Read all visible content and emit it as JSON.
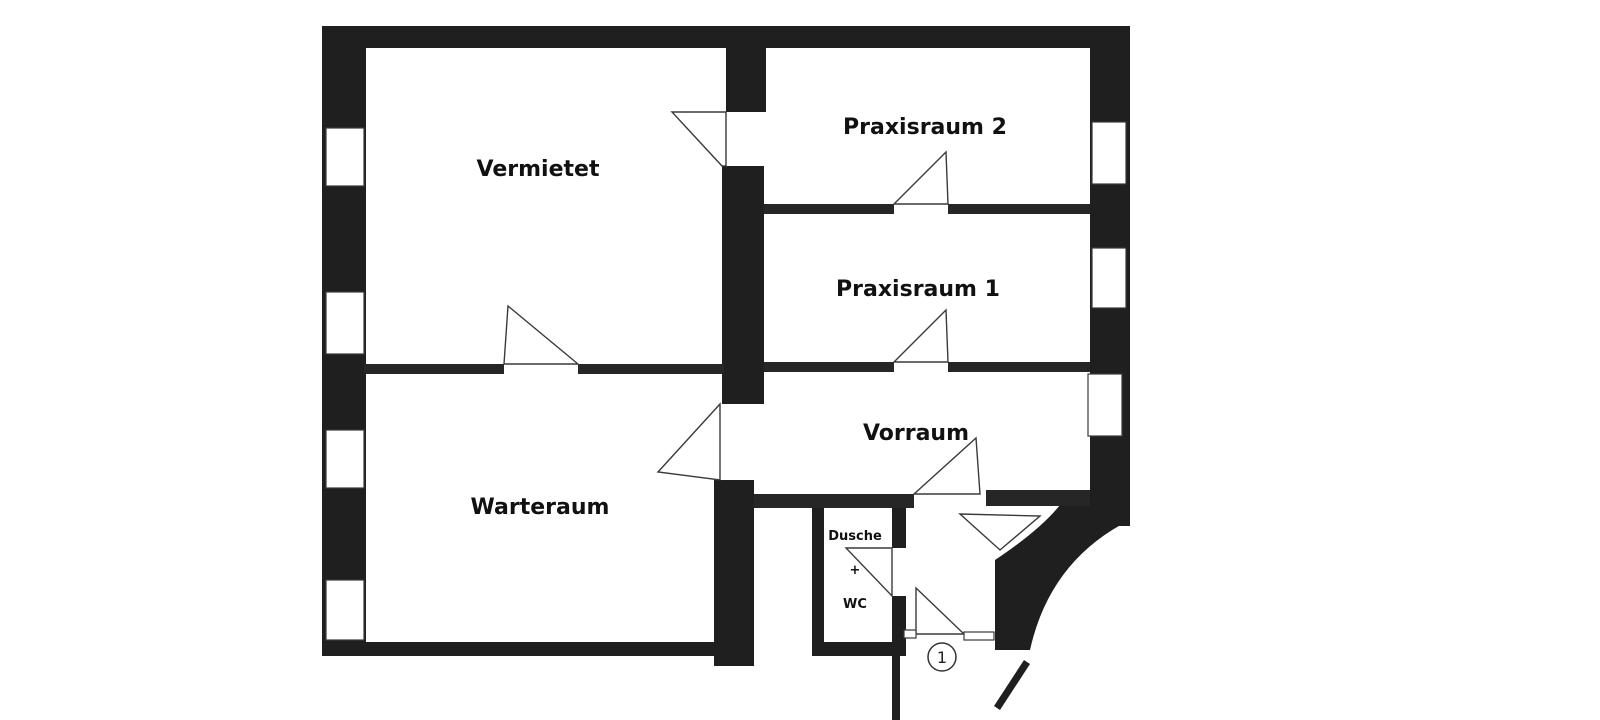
{
  "floorplan": {
    "rooms": {
      "vermietet": "Vermietet",
      "praxisraum_2": "Praxisraum 2",
      "praxisraum_1": "Praxisraum 1",
      "vorraum": "Vorraum",
      "warteraum": "Warteraum",
      "dusche_line1": "Dusche",
      "dusche_line2": "+",
      "dusche_line3": "WC"
    },
    "marker": "1",
    "colors": {
      "wall": "#1f1f1f",
      "background": "#ffffff"
    }
  }
}
